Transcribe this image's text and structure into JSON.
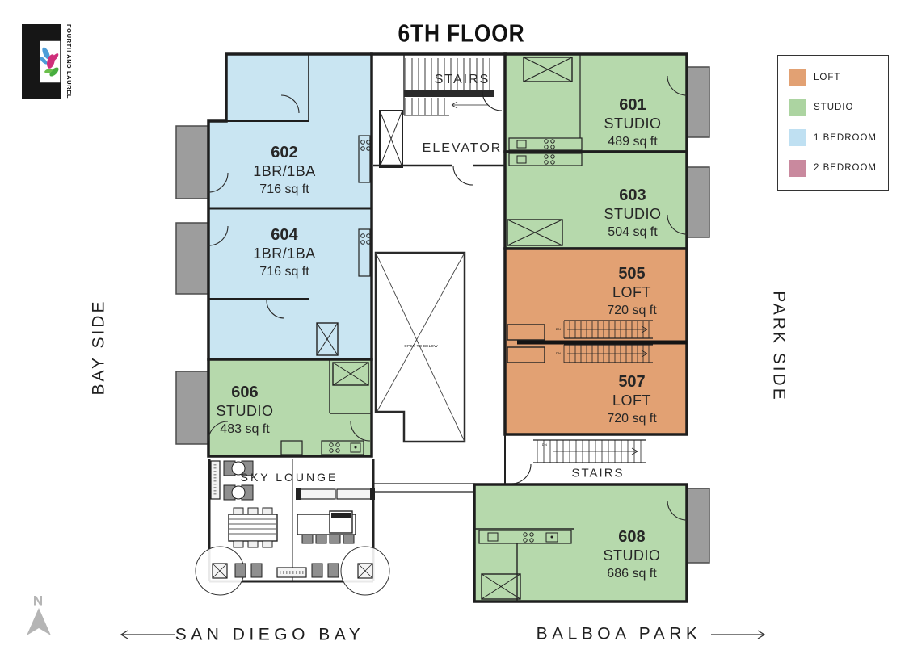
{
  "title": "6TH FLOOR",
  "logo": {
    "brand": "FOURTH AND LAUREL"
  },
  "legend": {
    "items": [
      {
        "label": "LOFT",
        "color": "#E2A173"
      },
      {
        "label": "STUDIO",
        "color": "#ACD4A1"
      },
      {
        "label": "1 BEDROOM",
        "color": "#BFE0F2"
      },
      {
        "label": "2 BEDROOM",
        "color": "#C9899E"
      }
    ]
  },
  "colors": {
    "loft_fill": "#E2A173",
    "studio_fill": "#B6D9AC",
    "one_bedroom_fill": "#C9E5F2",
    "balcony_gray": "#9D9D9D"
  },
  "units": [
    {
      "number": "602",
      "type": "1BR/1BA",
      "area": "716 sq ft",
      "category": "1 BEDROOM"
    },
    {
      "number": "604",
      "type": "1BR/1BA",
      "area": "716 sq ft",
      "category": "1 BEDROOM"
    },
    {
      "number": "606",
      "type": "STUDIO",
      "area": "483 sq ft",
      "category": "STUDIO"
    },
    {
      "number": "601",
      "type": "STUDIO",
      "area": "489 sq ft",
      "category": "STUDIO"
    },
    {
      "number": "603",
      "type": "STUDIO",
      "area": "504 sq ft",
      "category": "STUDIO"
    },
    {
      "number": "505",
      "type": "LOFT",
      "area": "720 sq ft",
      "category": "LOFT"
    },
    {
      "number": "507",
      "type": "LOFT",
      "area": "720 sq ft",
      "category": "LOFT"
    },
    {
      "number": "608",
      "type": "STUDIO",
      "area": "686 sq ft",
      "category": "STUDIO"
    }
  ],
  "labels": {
    "stairs_top": "STAIRS",
    "elevator": "ELEVATOR",
    "stairs_bottom": "STAIRS",
    "sky_lounge": "SKY LOUNGE",
    "open_to_below": "OPEN TO BELOW",
    "dn": "DN"
  },
  "compass": {
    "north": "N"
  },
  "sides": {
    "left": "BAY SIDE",
    "right": "PARK SIDE"
  },
  "directions": {
    "bottom_left": "SAN DIEGO BAY",
    "bottom_right": "BALBOA PARK"
  }
}
